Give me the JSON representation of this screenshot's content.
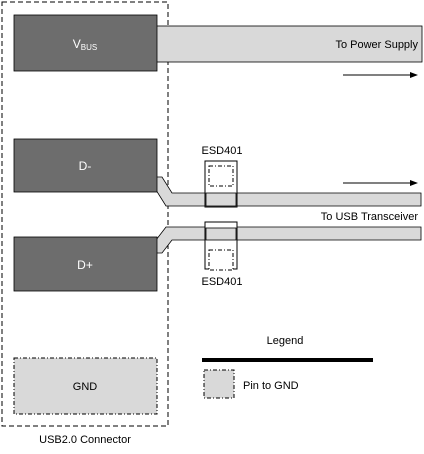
{
  "connector": {
    "label": "USB2.0 Connector",
    "pins": {
      "vbus": {
        "label_main": "V",
        "label_sub": "BUS"
      },
      "dminus": {
        "label": "D-"
      },
      "dplus": {
        "label": "D+"
      },
      "gnd": {
        "label": "GND"
      }
    }
  },
  "destinations": {
    "power": "To Power Supply",
    "usb": "To USB Transceiver"
  },
  "esd_top": {
    "label": "ESD401"
  },
  "esd_bottom": {
    "label": "ESD401"
  },
  "legend": {
    "title": "Legend",
    "pin_to_gnd": "Pin to GND"
  },
  "colors": {
    "pin_fill": "#6d6d6d",
    "trace_fill": "#d9d9d9",
    "gnd_fill": "#d9d9d9",
    "outline": "#000000"
  }
}
